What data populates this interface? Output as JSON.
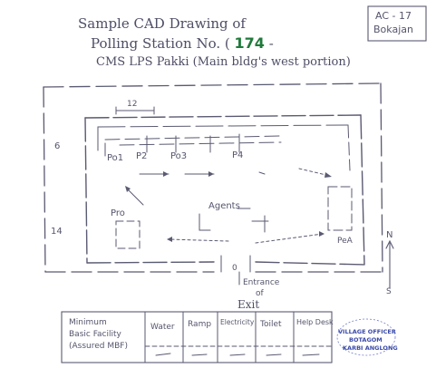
{
  "title": {
    "line1": "Sample CAD Drawing of",
    "line2_prefix": "Polling Station No. (",
    "ps_number": "174",
    "line2_suffix": "-",
    "line3": "CMS LPS  Pakki (Main bldg's west portion)"
  },
  "corner_note": {
    "line1": "AC - 17",
    "line2": "Bokajan"
  },
  "dimensions": {
    "top": "12",
    "left_upper": "6",
    "left_lower": "14"
  },
  "rooms": {
    "po1": "Po1",
    "p2": "P2",
    "po3": "Po3",
    "p4": "P4",
    "pro": "Pro",
    "agents": "Agents",
    "pea": "PeA"
  },
  "compass": {
    "north": "N",
    "south": "S"
  },
  "entrance": {
    "line1": "Entrance",
    "line2": "of",
    "exit": "Exit"
  },
  "facilities_table": {
    "headers": [
      "Minimum Basic Facility (Assured MBF)",
      "Water",
      "Ramp",
      "Electricity",
      "Toilet",
      "Help Desk"
    ],
    "values": [
      "",
      "",
      "",
      "",
      ""
    ]
  },
  "stamp": {
    "line1": "VILLAGE OFFICER",
    "line2": "BOTAGOM",
    "line3": "KARBI ANGLONG"
  }
}
